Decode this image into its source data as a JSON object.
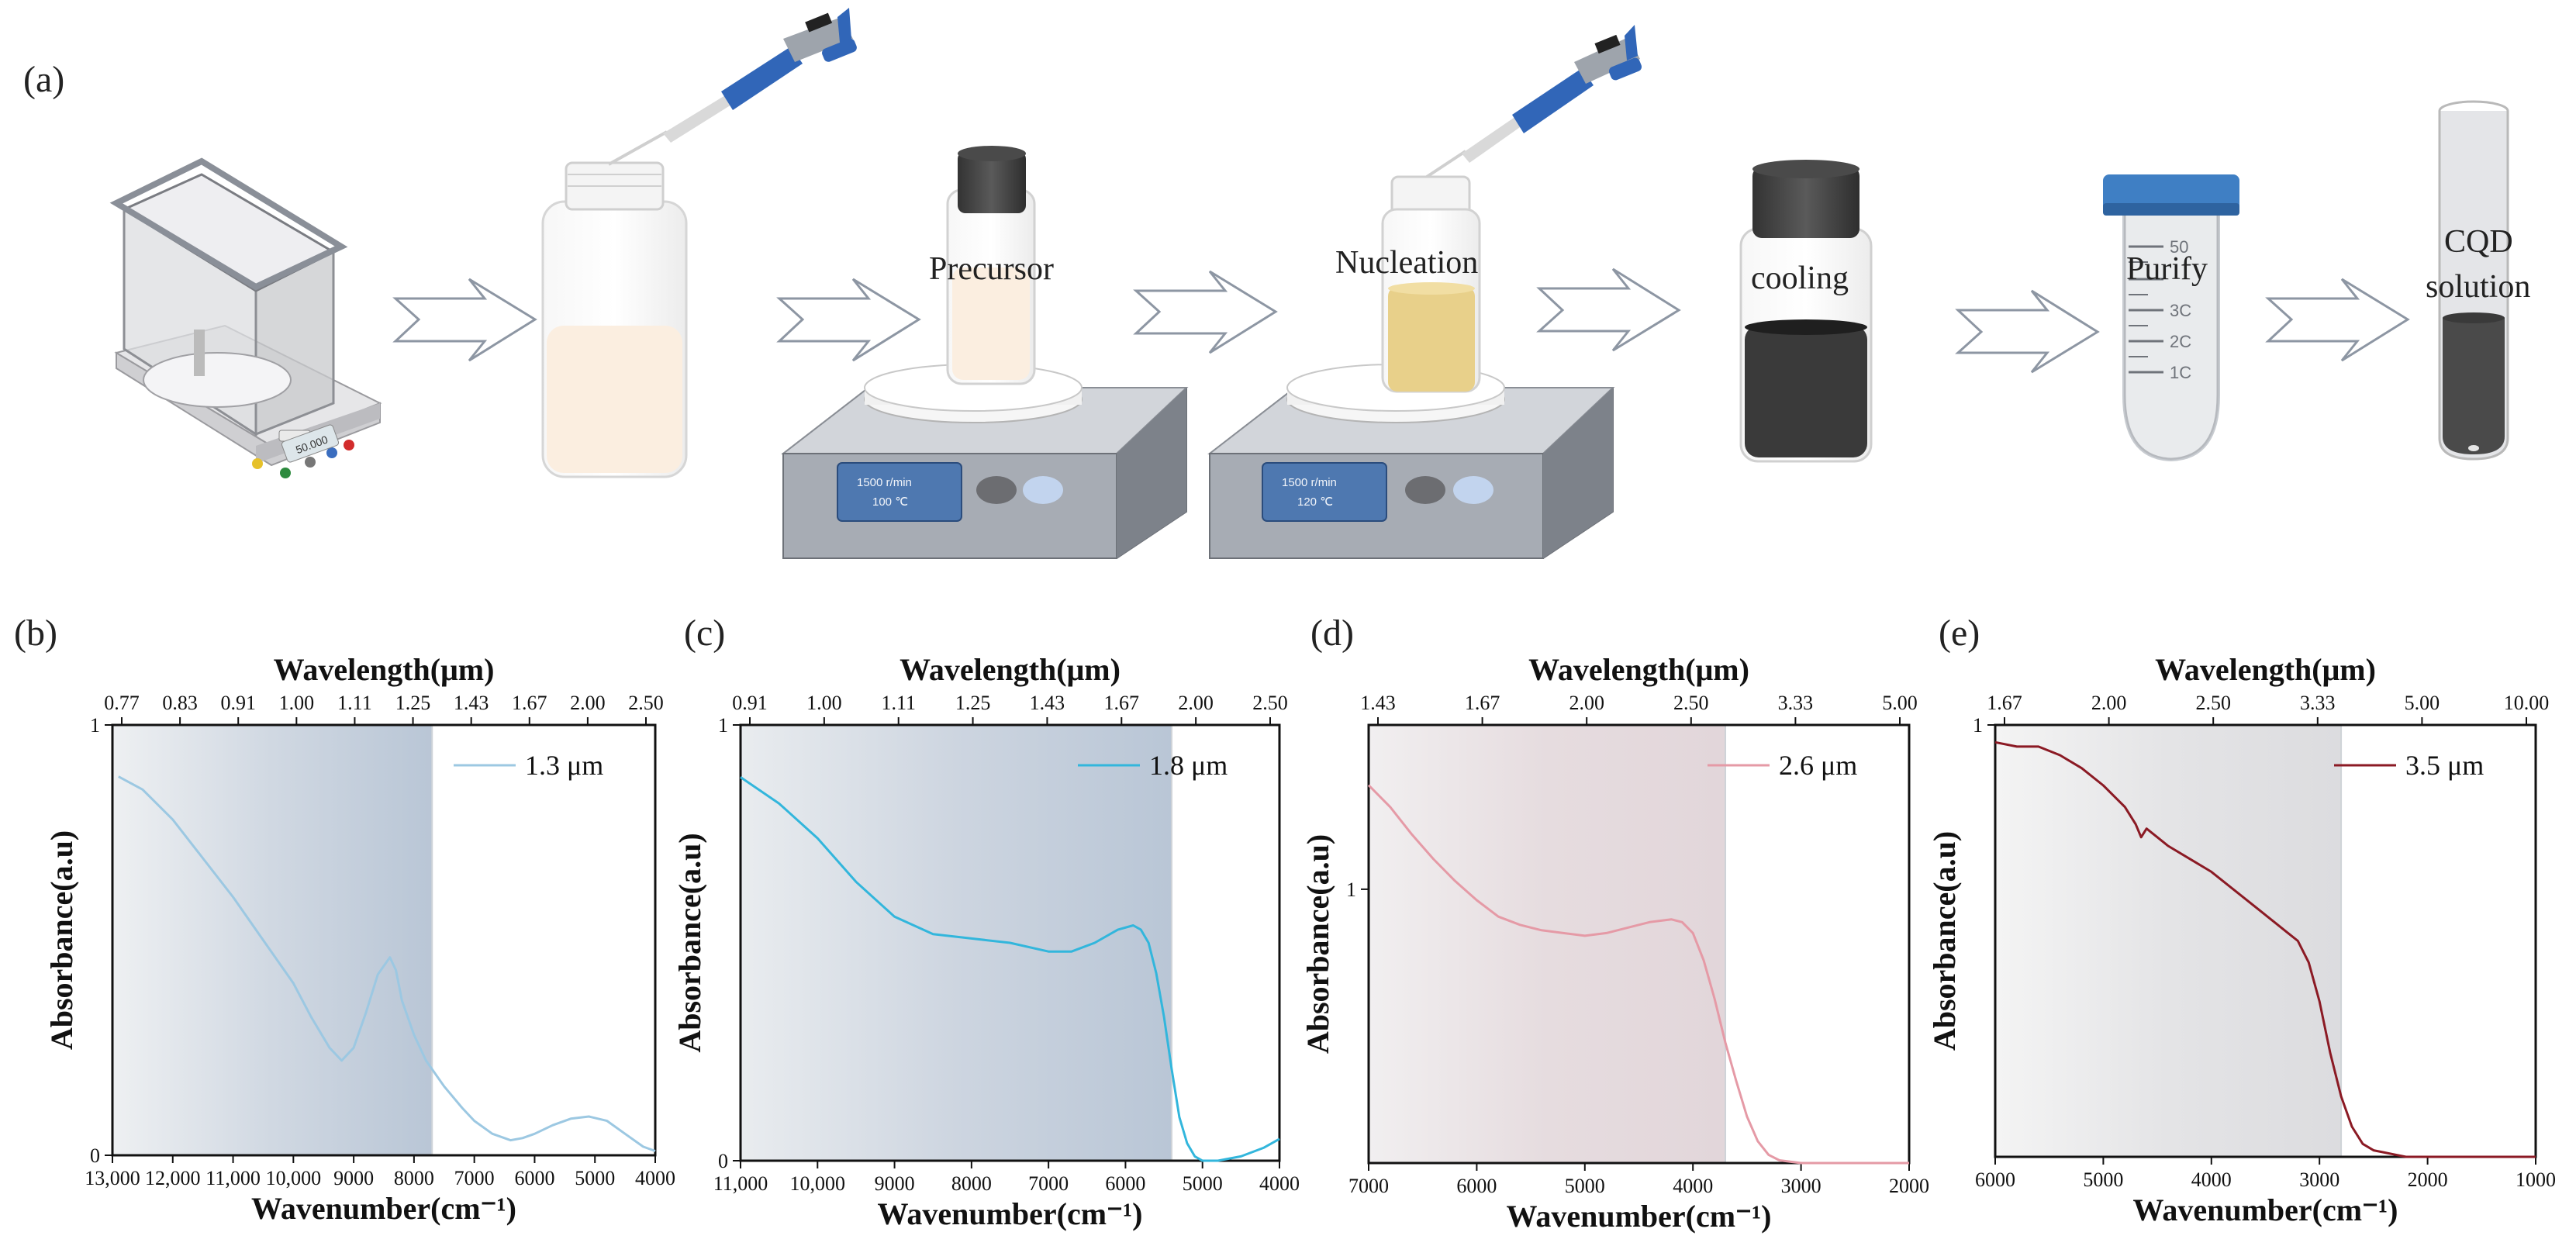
{
  "panel_a": {
    "label": "(a)",
    "steps": {
      "precursor": "Precursor",
      "nucleation": "Nucleation",
      "cooling": "cooling",
      "purify": "Purify",
      "cqd_line1": "CQD",
      "cqd_line2": "solution"
    },
    "balance_display": "50.000",
    "hotplate1": {
      "line1": "1500 r/min",
      "line2": "100 ℃"
    },
    "hotplate2": {
      "line1": "1500 r/min",
      "line2": "120 ℃"
    },
    "tube_marks": [
      "50",
      "3C",
      "2C",
      "1C"
    ],
    "colors": {
      "precursor": "#fbeee0",
      "nucleation": "#e8d08a",
      "cooling": "#3a3a3a",
      "cqd": "#4a4a4a",
      "tube_cap": "#3f7fc4"
    }
  },
  "chart_data": [
    {
      "panel": "(b)",
      "type": "line",
      "top_axis_title": "Wavelength(μm)",
      "x_axis_title": "Wavenumber(cm⁻¹)",
      "y_axis_title": "Absorbance(a.u)",
      "x_reversed": true,
      "xlim": [
        13000,
        4000
      ],
      "ylim": [
        0,
        1
      ],
      "x_ticks": [
        13000,
        12000,
        11000,
        10000,
        9000,
        8000,
        7000,
        6000,
        5000,
        4000
      ],
      "x_tick_labels": [
        "13,000",
        "12,000",
        "11,000",
        "10,000",
        "9000",
        "8000",
        "7000",
        "6000",
        "5000",
        "4000"
      ],
      "y_ticks": [
        0,
        1
      ],
      "y_tick_labels": [
        "0",
        "1"
      ],
      "top_tick_labels": [
        "0.77",
        "0.83",
        "0.91",
        "1.00",
        "1.11",
        "1.25",
        "1.43",
        "1.67",
        "2.00",
        "2.50"
      ],
      "shade_range": [
        13000,
        7700
      ],
      "cutoff_x": 7700,
      "legend": "1.3 μm",
      "color": "#9cc8e2",
      "series": [
        {
          "name": "1.3 μm",
          "x": [
            12900,
            12500,
            12000,
            11500,
            11000,
            10500,
            10000,
            9700,
            9400,
            9200,
            9000,
            8800,
            8600,
            8400,
            8300,
            8200,
            8000,
            7800,
            7500,
            7200,
            7000,
            6700,
            6400,
            6200,
            6000,
            5700,
            5400,
            5100,
            4800,
            4500,
            4200,
            4000
          ],
          "y": [
            0.88,
            0.85,
            0.78,
            0.69,
            0.6,
            0.5,
            0.4,
            0.32,
            0.25,
            0.22,
            0.25,
            0.33,
            0.42,
            0.46,
            0.43,
            0.36,
            0.28,
            0.22,
            0.16,
            0.11,
            0.08,
            0.05,
            0.035,
            0.04,
            0.05,
            0.07,
            0.085,
            0.09,
            0.08,
            0.05,
            0.02,
            0.01
          ]
        }
      ]
    },
    {
      "panel": "(c)",
      "type": "line",
      "top_axis_title": "Wavelength(μm)",
      "x_axis_title": "Wavenumber(cm⁻¹)",
      "y_axis_title": "Absorbance(a.u)",
      "x_reversed": true,
      "xlim": [
        11000,
        4000
      ],
      "ylim": [
        0,
        1
      ],
      "x_ticks": [
        11000,
        10000,
        9000,
        8000,
        7000,
        6000,
        5000,
        4000
      ],
      "x_tick_labels": [
        "11,000",
        "10,000",
        "9000",
        "8000",
        "7000",
        "6000",
        "5000",
        "4000"
      ],
      "y_ticks": [
        0,
        1
      ],
      "y_tick_labels": [
        "0",
        "1"
      ],
      "top_tick_labels": [
        "0.91",
        "1.00",
        "1.11",
        "1.25",
        "1.43",
        "1.67",
        "2.00",
        "2.50"
      ],
      "shade_range": [
        11000,
        5400
      ],
      "cutoff_x": 5400,
      "legend": "1.8 μm",
      "color": "#32b6dc",
      "series": [
        {
          "name": "1.8 μm",
          "x": [
            11000,
            10500,
            10000,
            9500,
            9000,
            8500,
            8000,
            7500,
            7000,
            6700,
            6400,
            6100,
            5900,
            5800,
            5700,
            5600,
            5500,
            5400,
            5300,
            5200,
            5100,
            5000,
            4800,
            4500,
            4200,
            4000
          ],
          "y": [
            0.88,
            0.82,
            0.74,
            0.64,
            0.56,
            0.52,
            0.51,
            0.5,
            0.48,
            0.48,
            0.5,
            0.53,
            0.54,
            0.53,
            0.5,
            0.43,
            0.33,
            0.21,
            0.1,
            0.04,
            0.01,
            0.0,
            0.0,
            0.01,
            0.03,
            0.05
          ]
        }
      ]
    },
    {
      "panel": "(d)",
      "type": "line",
      "top_axis_title": "Wavelength(μm)",
      "x_axis_title": "Wavenumber(cm⁻¹)",
      "y_axis_title": "Absorbance(a.u)",
      "x_reversed": true,
      "xlim": [
        7000,
        2000
      ],
      "ylim": [
        0,
        1.6
      ],
      "x_ticks": [
        7000,
        6000,
        5000,
        4000,
        3000,
        2000
      ],
      "x_tick_labels": [
        "7000",
        "6000",
        "5000",
        "4000",
        "3000",
        "2000"
      ],
      "y_ticks": [
        1
      ],
      "y_tick_labels": [
        "1"
      ],
      "top_tick_labels": [
        "1.43",
        "1.67",
        "2.00",
        "2.50",
        "3.33",
        "5.00"
      ],
      "shade_range": [
        7000,
        3700
      ],
      "cutoff_x": 3700,
      "legend": "2.6 μm",
      "color": "#e59aa6",
      "series": [
        {
          "name": "2.6 μm",
          "x": [
            7000,
            6800,
            6600,
            6400,
            6200,
            6000,
            5800,
            5600,
            5400,
            5200,
            5000,
            4800,
            4600,
            4400,
            4200,
            4100,
            4000,
            3900,
            3800,
            3700,
            3600,
            3500,
            3400,
            3300,
            3200,
            3000,
            2500,
            2000
          ],
          "y": [
            1.38,
            1.3,
            1.2,
            1.11,
            1.03,
            0.96,
            0.9,
            0.87,
            0.85,
            0.84,
            0.83,
            0.84,
            0.86,
            0.88,
            0.89,
            0.88,
            0.84,
            0.74,
            0.6,
            0.44,
            0.3,
            0.17,
            0.08,
            0.03,
            0.01,
            0.0,
            0.0,
            0.0
          ]
        }
      ]
    },
    {
      "panel": "(e)",
      "type": "line",
      "top_axis_title": "Wavelength(μm)",
      "x_axis_title": "Wavenumber(cm⁻¹)",
      "y_axis_title": "Absorbance(a.u)",
      "x_reversed": true,
      "xlim": [
        6000,
        1000
      ],
      "ylim": [
        0,
        1
      ],
      "x_ticks": [
        6000,
        5000,
        4000,
        3000,
        2000,
        1000
      ],
      "x_tick_labels": [
        "6000",
        "5000",
        "4000",
        "3000",
        "2000",
        "1000"
      ],
      "y_ticks": [
        1
      ],
      "y_tick_labels": [
        "1"
      ],
      "top_tick_labels": [
        "1.67",
        "2.00",
        "2.50",
        "3.33",
        "5.00",
        "10.00"
      ],
      "shade_range": [
        6000,
        2800
      ],
      "cutoff_x": 2800,
      "legend": "3.5 μm",
      "color": "#8b1a24",
      "series": [
        {
          "name": "3.5 μm",
          "x": [
            6000,
            5800,
            5600,
            5400,
            5200,
            5000,
            4800,
            4700,
            4650,
            4600,
            4500,
            4400,
            4200,
            4000,
            3800,
            3600,
            3400,
            3300,
            3200,
            3100,
            3000,
            2900,
            2800,
            2700,
            2600,
            2500,
            2400,
            2300,
            2200,
            2000,
            1500,
            1000
          ],
          "y": [
            0.96,
            0.95,
            0.95,
            0.93,
            0.9,
            0.86,
            0.81,
            0.77,
            0.74,
            0.76,
            0.74,
            0.72,
            0.69,
            0.66,
            0.62,
            0.58,
            0.54,
            0.52,
            0.5,
            0.45,
            0.36,
            0.24,
            0.14,
            0.07,
            0.03,
            0.015,
            0.01,
            0.005,
            0.0,
            0.0,
            0.0,
            0.0
          ]
        }
      ]
    }
  ]
}
